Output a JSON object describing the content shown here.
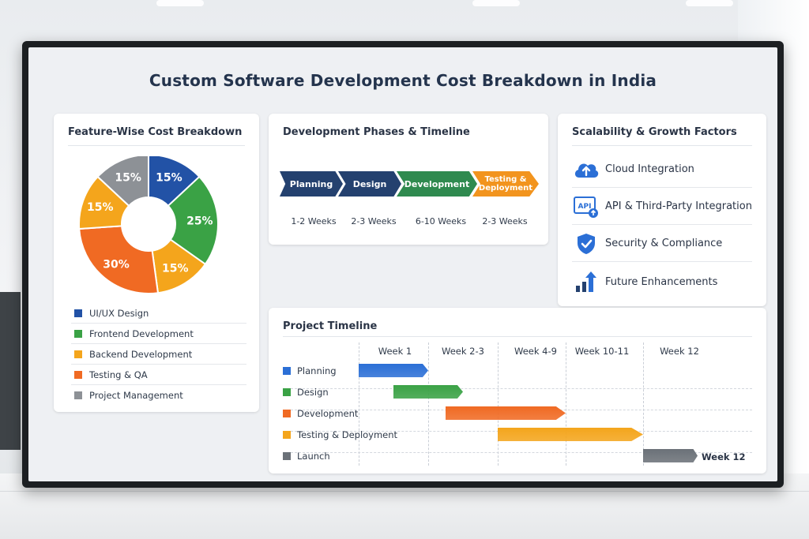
{
  "title": "Custom Software Development Cost Breakdown in India",
  "colors": {
    "blue": "#2252a6",
    "green": "#3aa245",
    "amber": "#f4a51c",
    "orange": "#f06a23",
    "gray": "#8d9196",
    "navy": "#24416f",
    "accent": "#2b6fd6"
  },
  "feature_card": {
    "title": "Feature-Wise Cost Breakdown",
    "chart_data": {
      "type": "pie",
      "values": [
        15,
        25,
        15,
        30,
        15,
        15
      ],
      "labels": [
        "15%",
        "25%",
        "15%",
        "30%",
        "15%",
        "15%"
      ],
      "colors": [
        "#2252a6",
        "#3aa245",
        "#f4a51c",
        "#f06a23",
        "#f4a51c",
        "#8d9196"
      ]
    },
    "legend": [
      {
        "label": "UI/UX Design",
        "color": "#2252a6"
      },
      {
        "label": "Frontend Development",
        "color": "#3aa245"
      },
      {
        "label": "Backend Development",
        "color": "#f4a51c"
      },
      {
        "label": "Testing & QA",
        "color": "#f06a23"
      },
      {
        "label": "Project Management",
        "color": "#8d9196"
      }
    ]
  },
  "phases_card": {
    "title": "Development Phases & Timeline",
    "phases": [
      {
        "label": "Planning",
        "duration": "1-2 Weeks",
        "color": "#24416f"
      },
      {
        "label": "Design",
        "duration": "2-3 Weeks",
        "color": "#24416f"
      },
      {
        "label": "Development",
        "duration": "6-10 Weeks",
        "color": "#2f8a4f"
      },
      {
        "label_line1": "Testing &",
        "label_line2": "Deployment",
        "duration": "2-3 Weeks",
        "color": "#f2941e"
      }
    ]
  },
  "scale_card": {
    "title": "Scalability & Growth Factors",
    "items": [
      {
        "label": "Cloud Integration",
        "icon": "cloud-upload-icon"
      },
      {
        "label": "API & Third-Party Integration",
        "icon": "api-icon",
        "icon_text": "API"
      },
      {
        "label": "Security & Compliance",
        "icon": "shield-check-icon"
      },
      {
        "label": "Future Enhancements",
        "icon": "growth-chart-icon"
      }
    ]
  },
  "gantt_card": {
    "title": "Project Timeline",
    "columns": [
      "Week 1",
      "Week 2-3",
      "Week 4-9",
      "Week 10-11",
      "Week 12"
    ],
    "rows": [
      {
        "label": "Planning",
        "color": "#2b6fd6",
        "start": 1,
        "end": 2
      },
      {
        "label": "Design",
        "color": "#3aa245",
        "start": 1.5,
        "end": 3
      },
      {
        "label": "Development",
        "color": "#f06a23",
        "start": 2.5,
        "end": 10
      },
      {
        "label": "Testing & Deployment",
        "color": "#f4a51c",
        "start": 4,
        "end": 12
      },
      {
        "label": "Launch",
        "color": "#6b7178",
        "start": 12,
        "end": 12.5
      }
    ],
    "end_label": "Week 12"
  }
}
